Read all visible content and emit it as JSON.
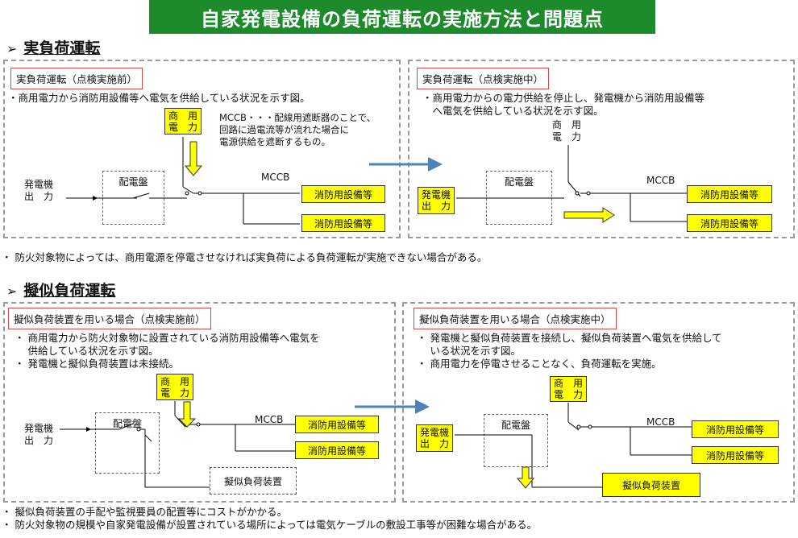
{
  "title": "自家発電設備の負荷運転の実施方法と問題点",
  "section1": {
    "heading": "実負荷運転",
    "left": {
      "label": "実負荷運転（点検実施前）",
      "desc": "・商用電力から消防用設備等へ電気を供給している状況を示す図。",
      "commercial": [
        "商　用",
        "電　力"
      ],
      "mccb_note": [
        "MCCB・・・配線用遮断器のことで、",
        "回路に過電流等が流れた場合に",
        "電源供給を遮断するもの。"
      ],
      "generator": [
        "発電機",
        "出　力"
      ],
      "panel": "配電盤",
      "mccb": "MCCB",
      "load1": "消防用設備等",
      "load2": "消防用設備等"
    },
    "right": {
      "label": "実負荷運転（点検実施中）",
      "desc": [
        "・商用電力からの電力供給を停止し、発電機から消防用設備等",
        "　へ電気を供給している状況を示す図。"
      ],
      "commercial": [
        "商　用",
        "電　力"
      ],
      "generator": [
        "発電機",
        "出　力"
      ],
      "panel": "配電盤",
      "mccb": "MCCB",
      "load1": "消防用設備等",
      "load2": "消防用設備等"
    },
    "note": "・ 防火対象物によっては、商用電源を停電させなければ実負荷による負荷運転が実施できない場合がある。"
  },
  "section2": {
    "heading": "擬似負荷運転",
    "left": {
      "label": "擬似負荷装置を用いる場合（点検実施前）",
      "desc": [
        "・ 商用電力から防火対象物に設置されている消防用設備等へ電気を",
        "　 供給している状況を示す図。",
        "・ 発電機と擬似負荷装置は未接続。"
      ],
      "commercial": [
        "商　用",
        "電　力"
      ],
      "generator": [
        "発電機",
        "出　力"
      ],
      "panel": "配電盤",
      "mccb": "MCCB",
      "load1": "消防用設備等",
      "load2": "消防用設備等",
      "dummy": "擬似負荷装置"
    },
    "right": {
      "label": "擬似負荷装置を用いる場合（点検実施中）",
      "desc": [
        "・ 発電機と擬似負荷装置を接続し、擬似負荷装置へ電気を供給して",
        "　 いる状況を示す図。",
        "・ 商用電力を停電させることなく、負荷運転を実施。"
      ],
      "commercial": [
        "商　用",
        "電　力"
      ],
      "generator": [
        "発電機",
        "出　力"
      ],
      "panel": "配電盤",
      "mccb": "MCCB",
      "load1": "消防用設備等",
      "load2": "消防用設備等",
      "dummy": "擬似負荷装置"
    },
    "notes": [
      "・ 擬似負荷装置の手配や監視要員の配置等にコストがかかる。",
      "・ 防火対象物の規模や自家発電設備が設置されている場所によっては電気ケーブルの敷設工事等が困難な場合がある。"
    ]
  },
  "colors": {
    "header": "#1d8a2c",
    "highlight": "#ffff00",
    "arrow_blue": "#4f81bd",
    "label_border": "#d04848"
  }
}
